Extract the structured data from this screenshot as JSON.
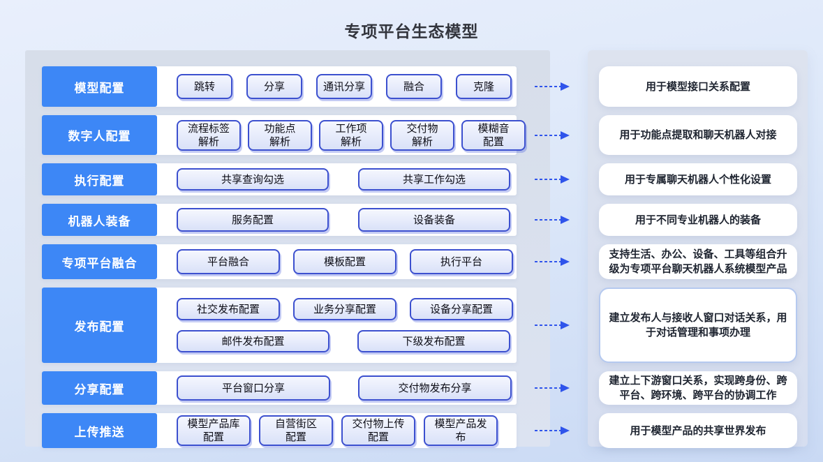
{
  "title": "专项平台生态模型",
  "colors": {
    "label_blue": "#3d87f6",
    "arrow": "#2f54eb",
    "chip_border": "#3c50cf"
  },
  "rows": [
    {
      "label": "模型配置",
      "buttons": [
        [
          "跳转",
          "分享",
          "通讯分享",
          "融合",
          "克隆"
        ]
      ],
      "description": "用于模型接口关系配置"
    },
    {
      "label": "数字人配置",
      "buttons": [
        [
          "流程标签\n解析",
          "功能点\n解析",
          "工作项\n解析",
          "交付物\n解析",
          "模糊音\n配置"
        ]
      ],
      "description": "用于功能点提取和聊天机器人对接"
    },
    {
      "label": "执行配置",
      "buttons": [
        [
          "共享查询勾选",
          "共享工作勾选"
        ]
      ],
      "description": "用于专属聊天机器人个性化设置"
    },
    {
      "label": "机器人装备",
      "buttons": [
        [
          "服务配置",
          "设备装备"
        ]
      ],
      "description": "用于不同专业机器人的装备"
    },
    {
      "label": "专项平台融合",
      "buttons": [
        [
          "平台融合",
          "模板配置",
          "执行平台"
        ]
      ],
      "description": "支持生活、办公、设备、工具等组合升级为专项平台聊天机器人系统模型产品"
    },
    {
      "label": "发布配置",
      "buttons": [
        [
          "社交发布配置",
          "业务分享配置",
          "设备分享配置"
        ],
        [
          "邮件发布配置",
          "下级发布配置"
        ]
      ],
      "description": "建立发布人与接收人窗口对话关系，用于对话管理和事项办理",
      "card_bordered": true
    },
    {
      "label": "分享配置",
      "buttons": [
        [
          "平台窗口分享",
          "交付物发布分享"
        ]
      ],
      "description": "建立上下游窗口关系，实现跨身份、跨平台、跨环境、跨平台的协调工作"
    },
    {
      "label": "上传推送",
      "buttons": [
        [
          "模型产品库\n配置",
          "自营街区\n配置",
          "交付物上传\n配置",
          "模型产品发\n布"
        ]
      ],
      "description": "用于模型产品的共享世界发布"
    }
  ]
}
